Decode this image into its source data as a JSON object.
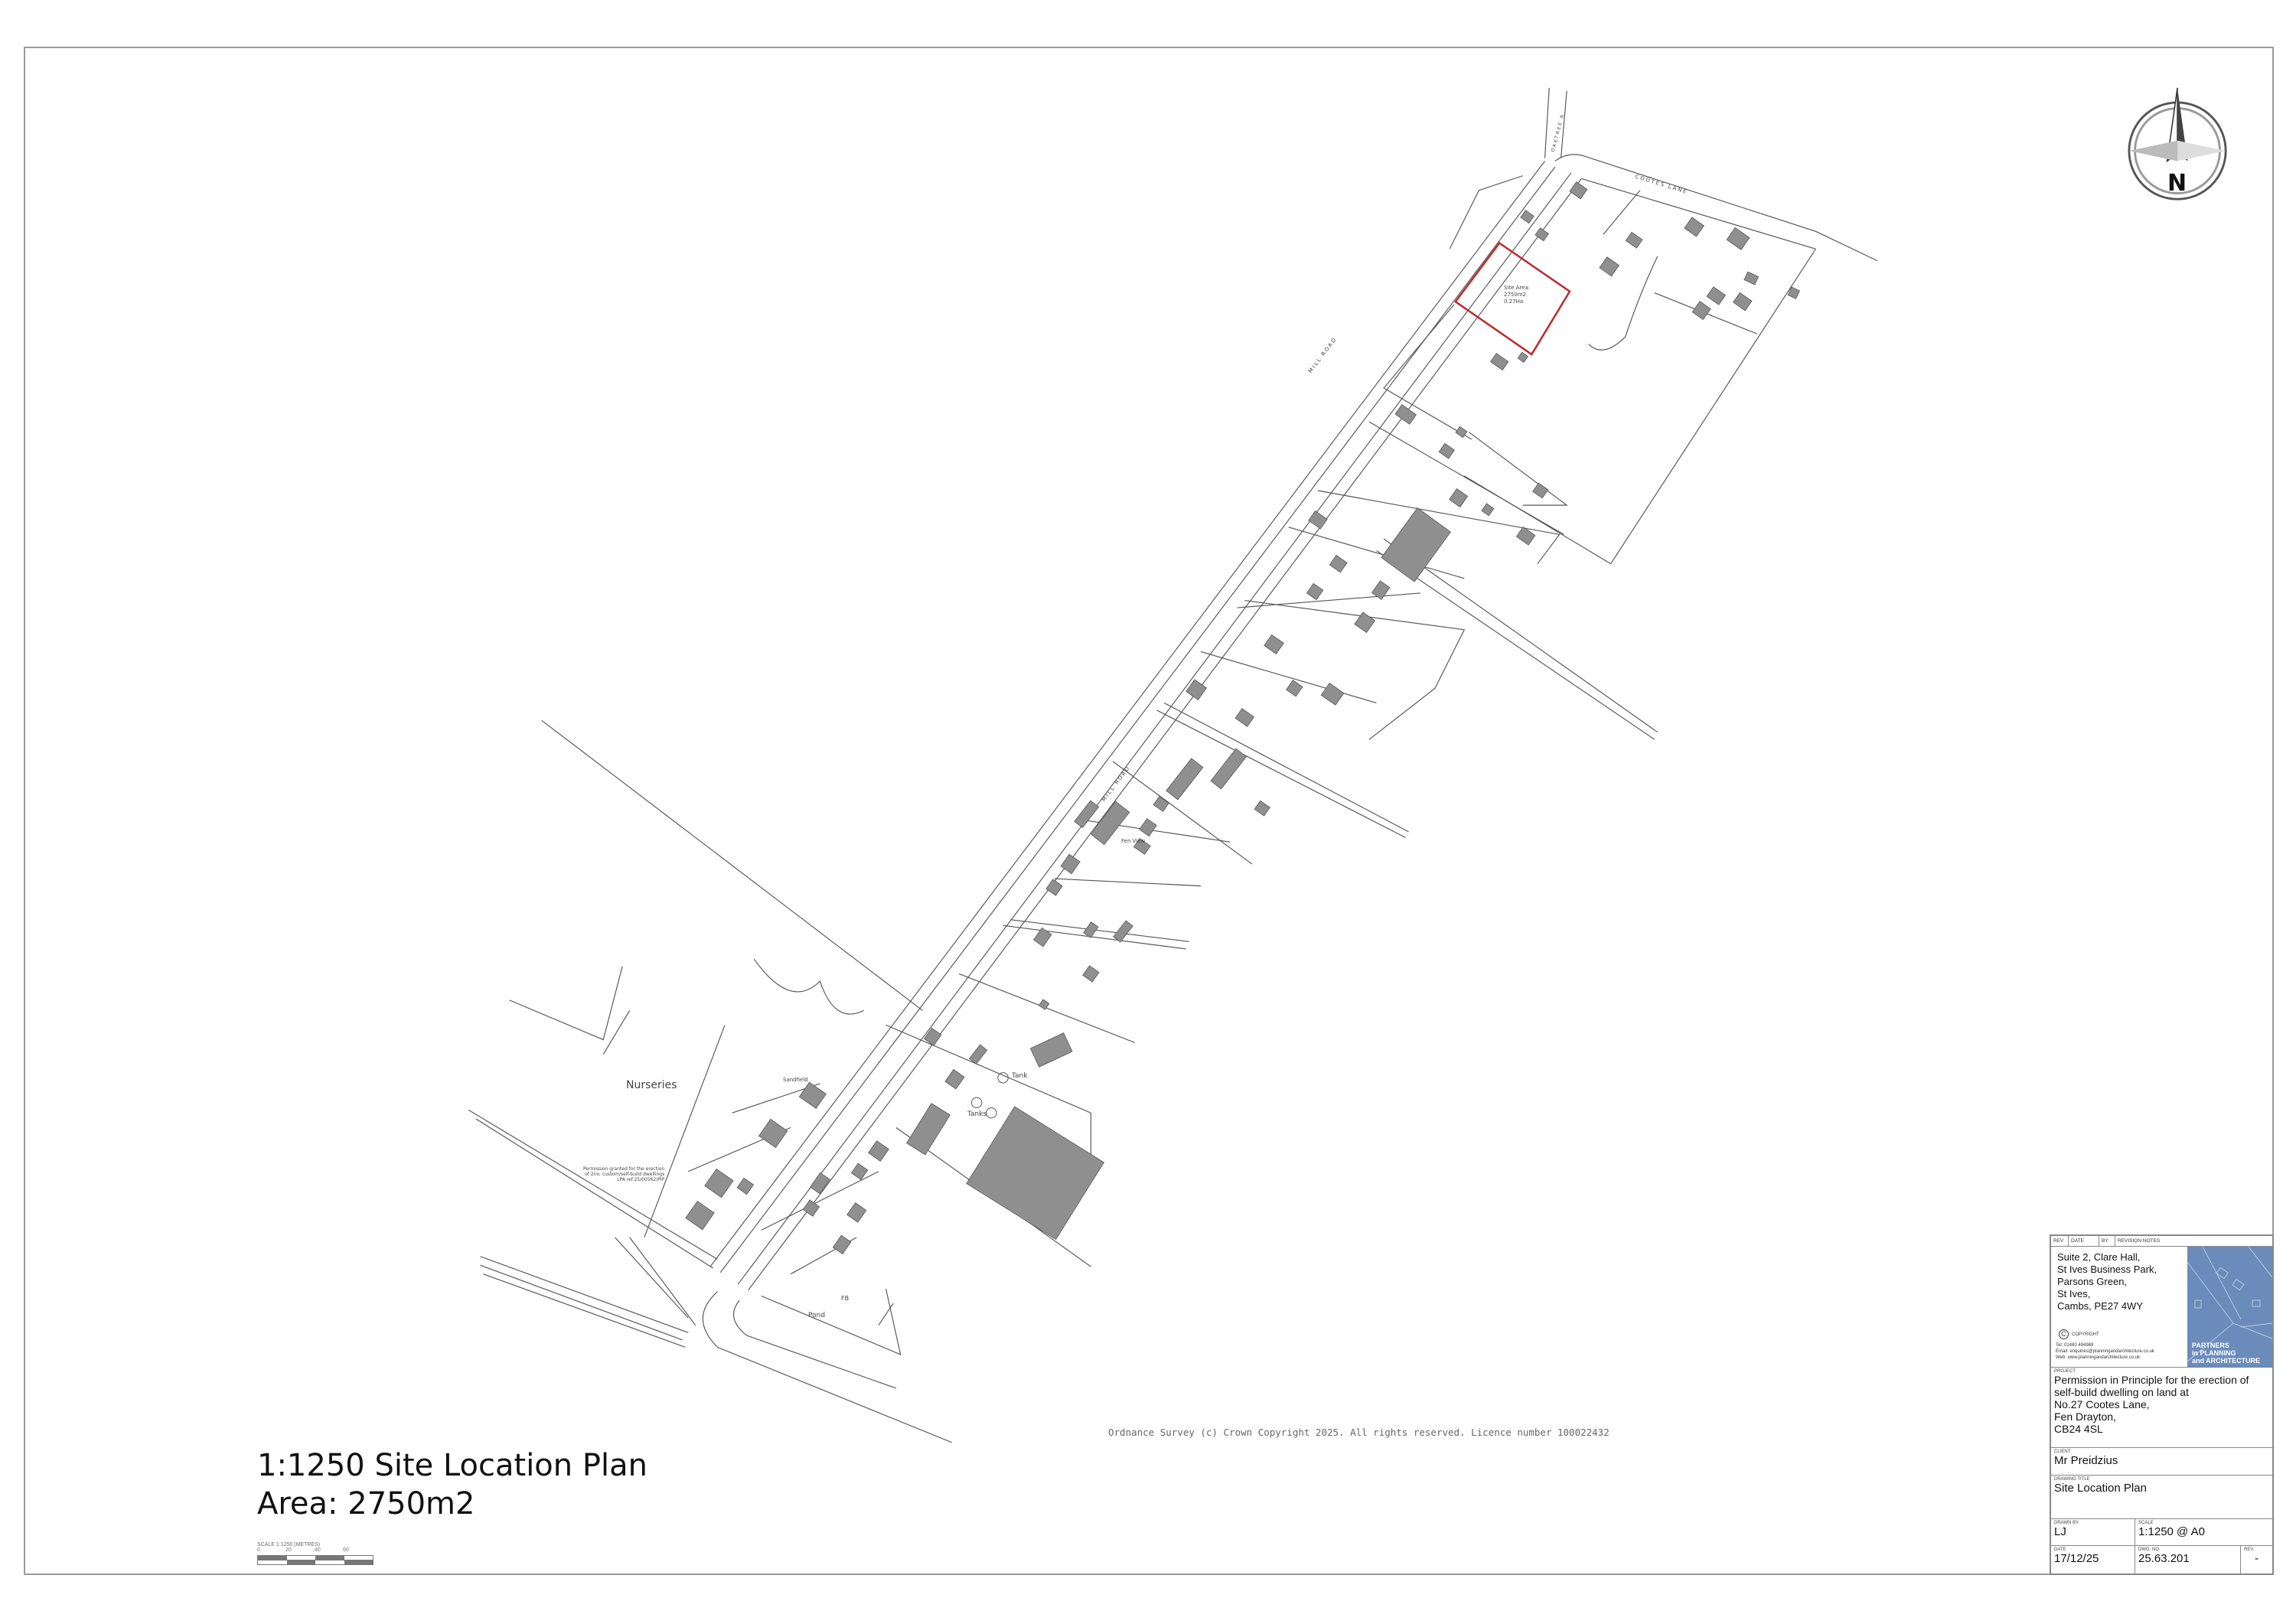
{
  "map": {
    "site_area_lines": [
      "Site Area:",
      "2750m2",
      "0.27Ha"
    ],
    "site_boundary_color": "#c0282d",
    "building_color": "#8f8f8f",
    "road_labels": [
      "MILL ROAD",
      "COOTES LANE",
      "OAKTREE R"
    ],
    "place_labels": {
      "nurseries": "Nurseries",
      "sandfield": "Sandfield",
      "fen_view": "Fen View",
      "tank": "Tank",
      "tanks": "Tanks",
      "pond": "Pond",
      "fb": "FB"
    },
    "permission_note": [
      "Permission granted for the erection",
      "of 2no. custom/self-build dwellings",
      "LPA ref.25/00562/PIP"
    ],
    "north_arrow_label": "N",
    "os_copyright": "Ordnance Survey (c) Crown Copyright 2025. All rights reserved. Licence number 100022432"
  },
  "heading": {
    "line1": "1:1250 Site Location Plan",
    "line2": "Area: 2750m2"
  },
  "scale_bar": {
    "caption": "SCALE 1:1250 (METRES)",
    "ticks": [
      "0",
      "20",
      "40",
      "60"
    ]
  },
  "title_block": {
    "revision_headers": [
      "REV",
      "DATE",
      "BY",
      "REVISION NOTES"
    ],
    "address": [
      "Suite 2, Clare Hall,",
      "St Ives Business Park,",
      "Parsons Green,",
      "St Ives,",
      "Cambs, PE27 4WY"
    ],
    "copyright_label": "COPYRIGHT",
    "tel": "Tel:   01480 494969",
    "email": "Email: enquiries@planningandarchitecture.co.uk",
    "web": "Web:  www.planningandarchitecture.co.uk",
    "logo_lines": [
      "PARTNERS",
      "in PLANNING",
      "and ARCHITECTURE"
    ],
    "logo_color": "#6b8cba",
    "project_label": "PROJECT",
    "project": [
      "Permission in Principle for the erection of",
      "self-build dwelling on land at",
      "No.27 Cootes Lane,",
      "Fen Drayton,",
      "CB24 4SL"
    ],
    "client_label": "CLIENT",
    "client": "Mr Preidzius",
    "drawing_title_label": "DRAWING TITLE",
    "drawing_title": "Site Location Plan",
    "drawn_by_label": "DRAWN BY",
    "drawn_by": "LJ",
    "scale_label": "SCALE",
    "scale": "1:1250 @ A0",
    "date_label": "DATE",
    "date": "17/12/25",
    "dwg_label": "DWG. No.",
    "dwg": "25.63.201",
    "rev_label": "REV.",
    "rev": "-"
  }
}
